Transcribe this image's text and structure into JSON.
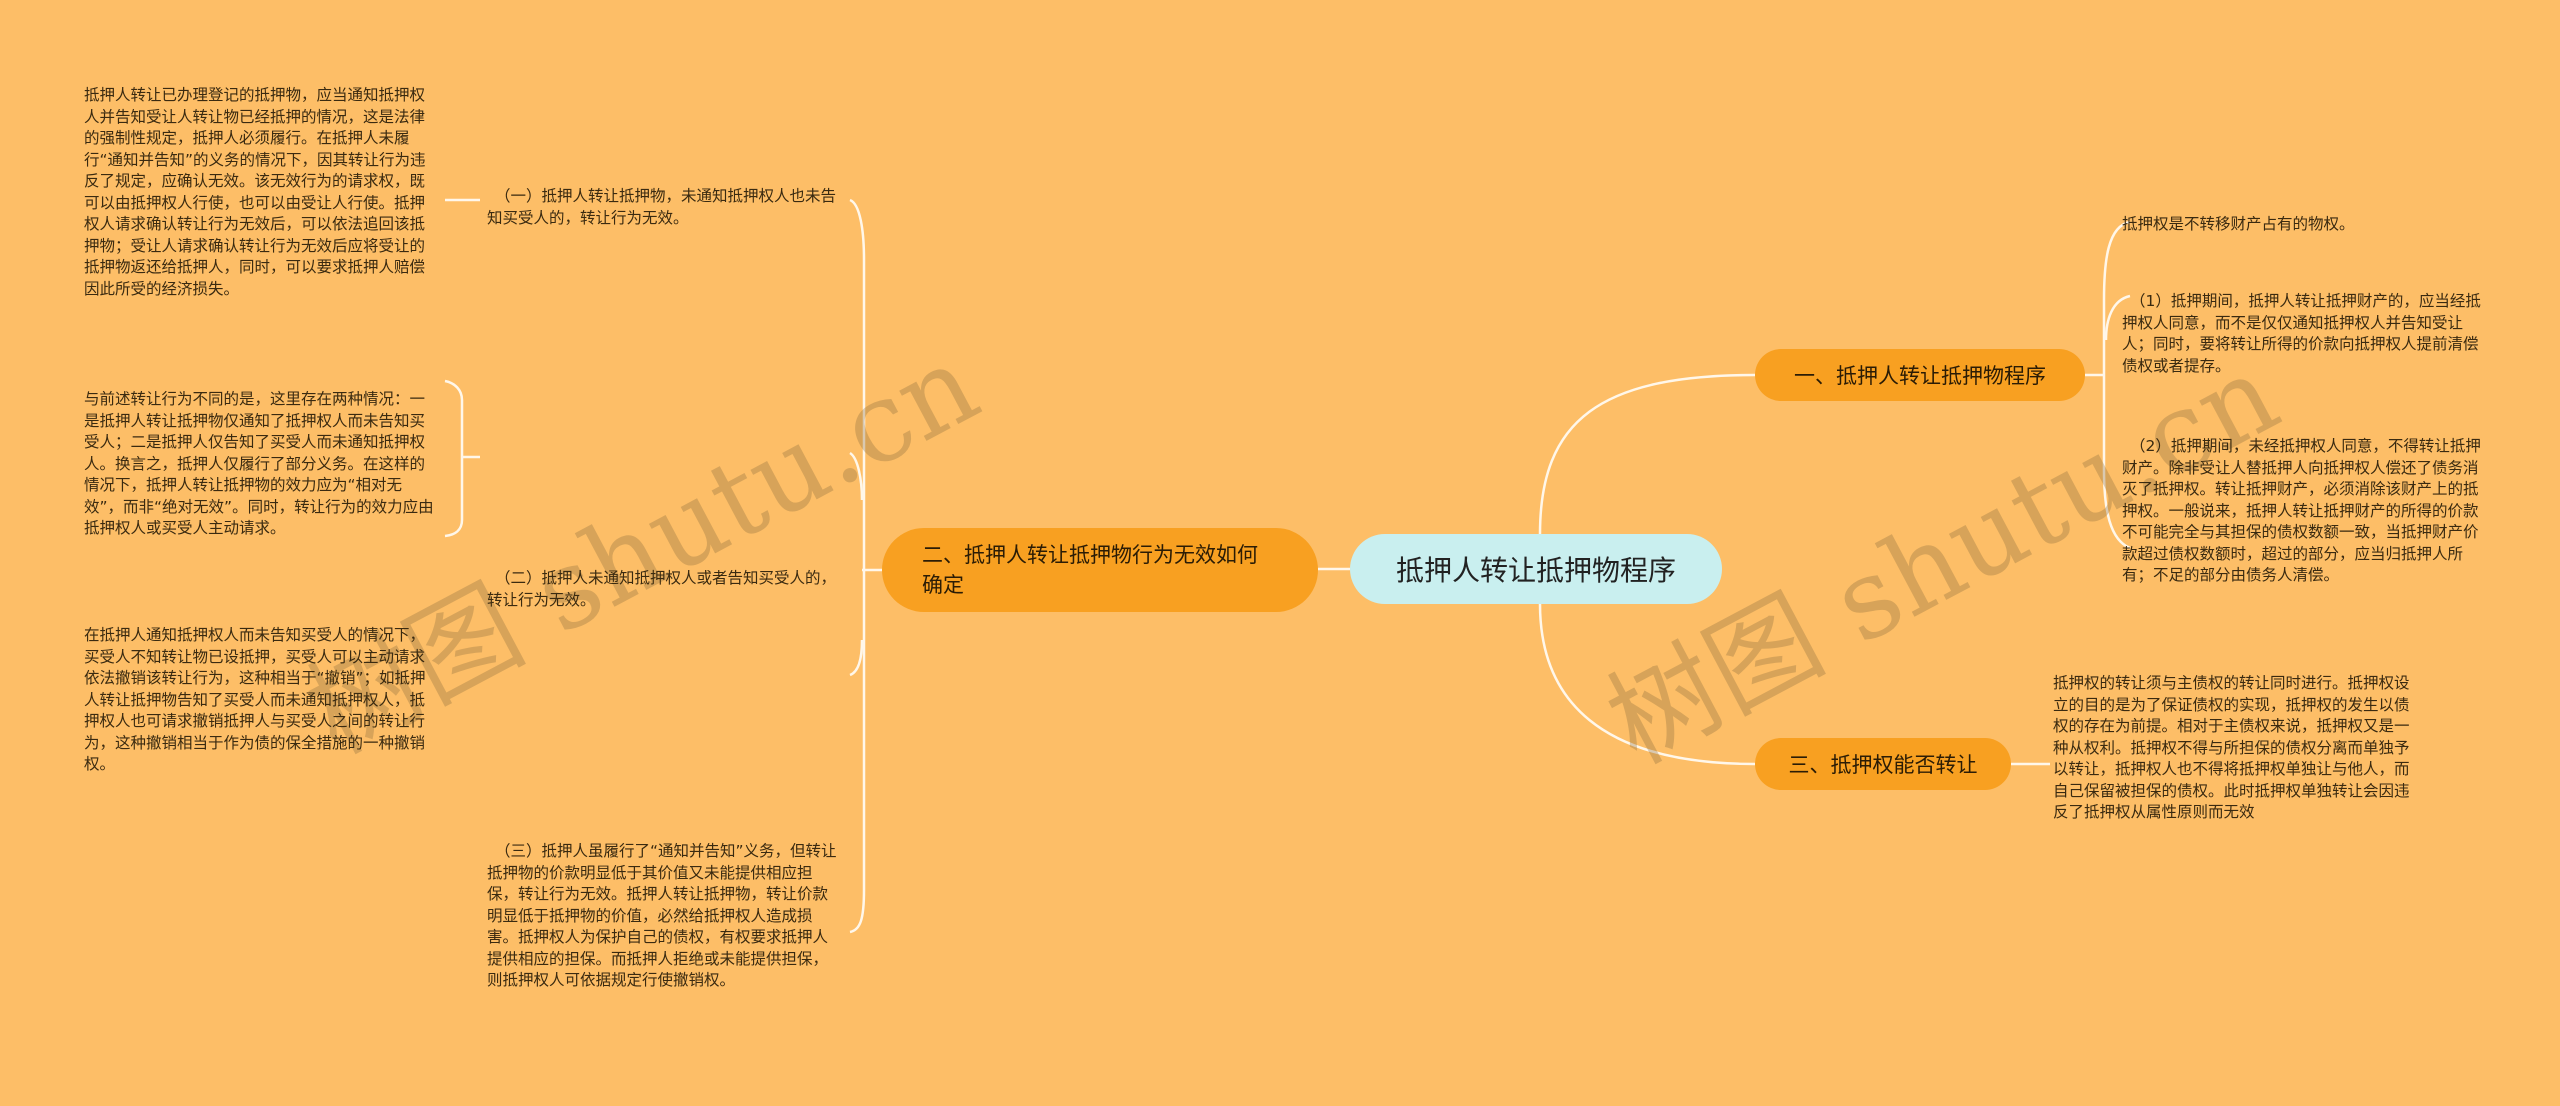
{
  "root": {
    "label": "抵押人转让抵押物程序"
  },
  "branches": [
    {
      "label": "一、抵押人转让抵押物程序",
      "leaves": [
        "抵押权是不转移财产占有的物权。",
        "（1）抵押期间，抵押人转让抵押财产的，应当经抵押权人同意，而不是仅仅通知抵押权人并告知受让人；同时，要将转让所得的价款向抵押权人提前清偿债权或者提存。",
        "（2）抵押期间，未经抵押权人同意，不得转让抵押财产。除非受让人替抵押人向抵押权人偿还了债务消灭了抵押权。转让抵押财产，必须消除该财产上的抵押权。一般说来，抵押人转让抵押财产的所得的价款不可能完全与其担保的债权数额一致，当抵押财产价款超过债权数额时，超过的部分，应当归抵押人所有；不足的部分由债务人清偿。"
      ]
    },
    {
      "label": "二、抵押人转让抵押物行为无效如何确定",
      "children": [
        {
          "label": "（一）抵押人转让抵押物，未通知抵押权人也未告知买受人的，转让行为无效。",
          "details": [
            "抵押人转让已办理登记的抵押物，应当通知抵押权人并告知受让人转让物已经抵押的情况，这是法律的强制性规定，抵押人必须履行。在抵押人未履行“通知并告知”的义务的情况下，因其转让行为违反了规定，应确认无效。该无效行为的请求权，既可以由抵押权人行使，也可以由受让人行使。抵押权人请求确认转让行为无效后，可以依法追回该抵押物；受让人请求确认转让行为无效后应将受让的抵押物返还给抵押人，同时，可以要求抵押人赔偿因此所受的经济损失。"
          ]
        },
        {
          "label": "（二）抵押人未通知抵押权人或者告知买受人的，转让行为无效。",
          "details": [
            "与前述转让行为不同的是，这里存在两种情况：一是抵押人转让抵押物仅通知了抵押权人而未告知买受人；二是抵押人仅告知了买受人而未通知抵押权人。换言之，抵押人仅履行了部分义务。在这样的情况下，抵押人转让抵押物的效力应为“相对无效”，而非“绝对无效”。同时，转让行为的效力应由抵押权人或买受人主动请求。",
            "在抵押人通知抵押权人而未告知买受人的情况下，买受人不知转让物已设抵押，买受人可以主动请求依法撤销该转让行为，这种相当于“撤销”；如抵押人转让抵押物告知了买受人而未通知抵押权人，抵押权人也可请求撤销抵押人与买受人之间的转让行为，这种撤销相当于作为债的保全措施的一种撤销权。"
          ]
        },
        {
          "label": "（三）抵押人虽履行了“通知并告知”义务，但转让抵押物的价款明显低于其价值又未能提供相应担保，转让行为无效。抵押人转让抵押物，转让价款明显低于抵押物的价值，必然给抵押权人造成损害。抵押权人为保护自己的债权，有权要求抵押人提供相应的担保。而抵押人拒绝或未能提供担保，则抵押权人可依据规定行使撤销权。",
          "details": []
        }
      ]
    },
    {
      "label": "三、抵押权能否转让",
      "leaves": [
        "抵押权的转让须与主债权的转让同时进行。抵押权设立的目的是为了保证债权的实现，抵押权的发生以债权的存在为前提。相对于主债权来说，抵押权又是一种从权利。抵押权不得与所担保的债权分离而单独予以转让，抵押权人也不得将抵押权单独让与他人，而自己保留被担保的债权。此时抵押权单独转让会因违反了抵押权从属性原则而无效"
      ]
    }
  ],
  "watermark": {
    "text_left": "树图 shutu.cn",
    "text_right": "树图 shutu.cn"
  },
  "colors": {
    "background": "#FDBE67",
    "root_fill": "#C9EFEF",
    "branch_fill": "#F8A021",
    "connector": "#FFFFFF"
  }
}
